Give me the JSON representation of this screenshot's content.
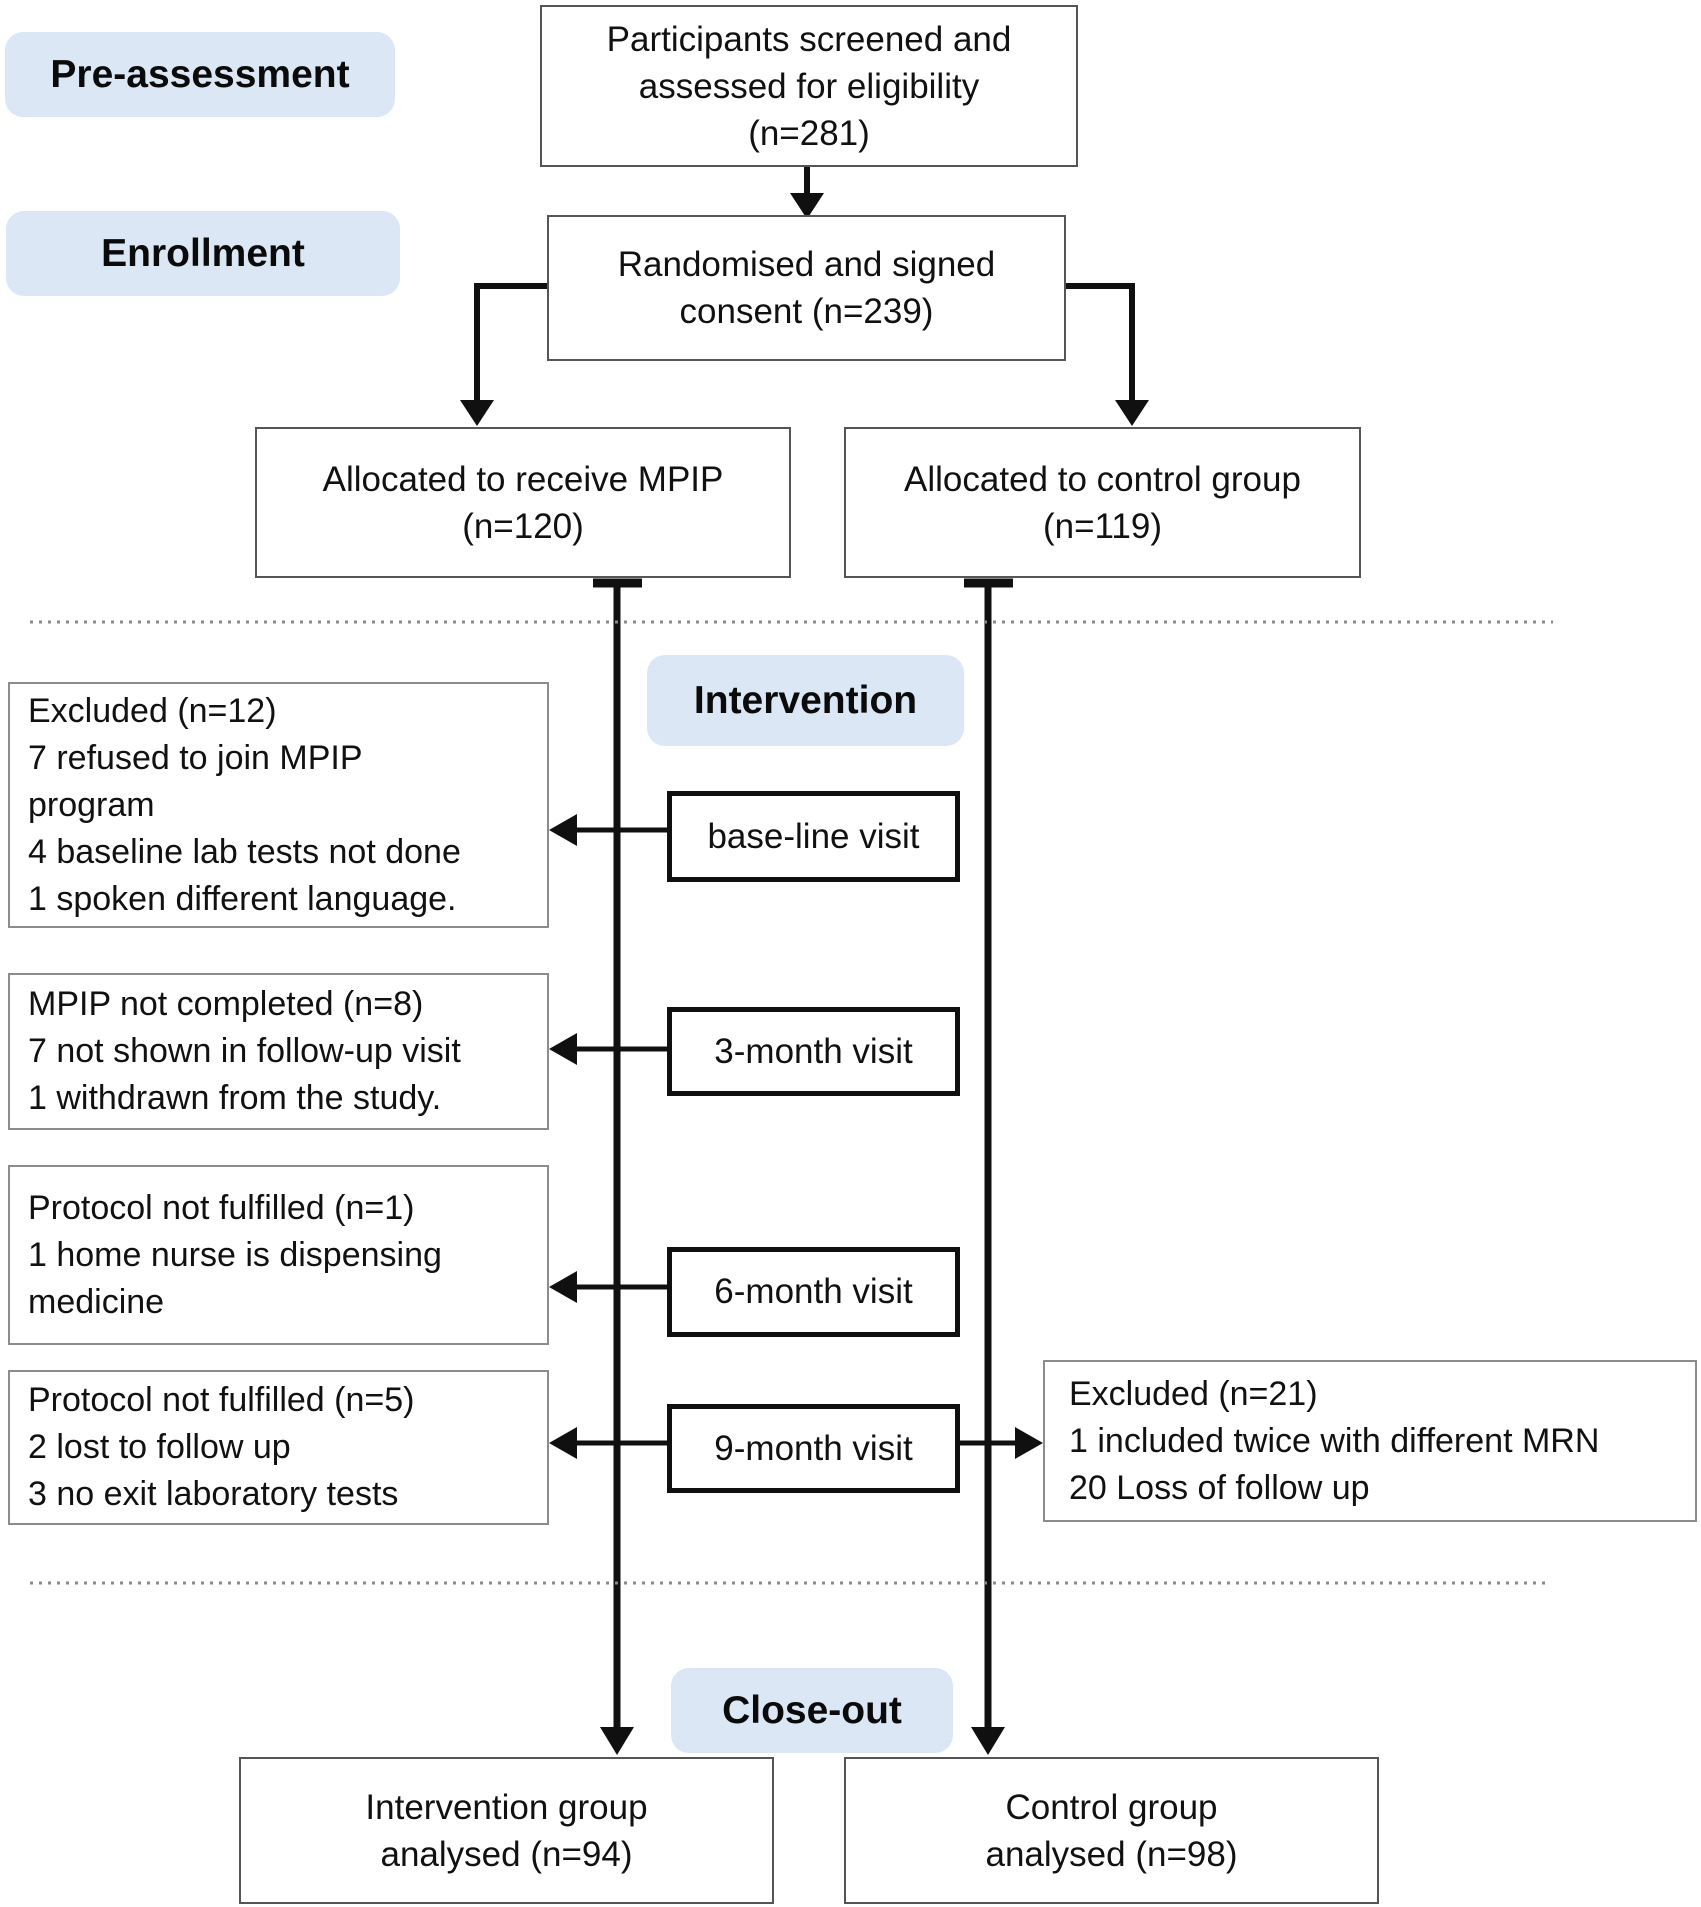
{
  "colors": {
    "pill_bg": "#dbe7f5",
    "line": "#101010",
    "dark_border": "#555555",
    "gray_border": "#8c8c8c",
    "dotted": "#8a8a8a"
  },
  "stages": {
    "pre_assessment": "Pre-assessment",
    "enrollment": "Enrollment",
    "intervention": "Intervention",
    "close_out": "Close-out"
  },
  "boxes": {
    "screened": "Participants screened and\nassessed for eligibility\n(n=281)",
    "randomised": "Randomised and signed\nconsent (n=239)",
    "allocated_mpip": "Allocated to receive MPIP\n(n=120)",
    "allocated_control": "Allocated to control group\n(n=119)",
    "excluded_baseline": "Excluded (n=12)\n7 refused to join MPIP\nprogram\n4 baseline lab tests not done\n1 spoken different language.",
    "mpip_not_completed": "MPIP not completed (n=8)\n7 not shown in follow-up visit\n1 withdrawn from the study.",
    "protocol_not_fulfilled_1": "Protocol not fulfilled (n=1)\n1 home nurse is dispensing\nmedicine",
    "protocol_not_fulfilled_5": "Protocol not fulfilled (n=5)\n2 lost to follow up\n3 no exit laboratory tests",
    "excluded_control": "Excluded (n=21)\n1 included twice with different MRN\n20 Loss of follow up",
    "visit_baseline": "base-line visit",
    "visit_3month": "3-month visit",
    "visit_6month": "6-month visit",
    "visit_9month": "9-month visit",
    "analysed_intervention": "Intervention group\nanalysed (n=94)",
    "analysed_control": "Control group\nanalysed (n=98)"
  }
}
